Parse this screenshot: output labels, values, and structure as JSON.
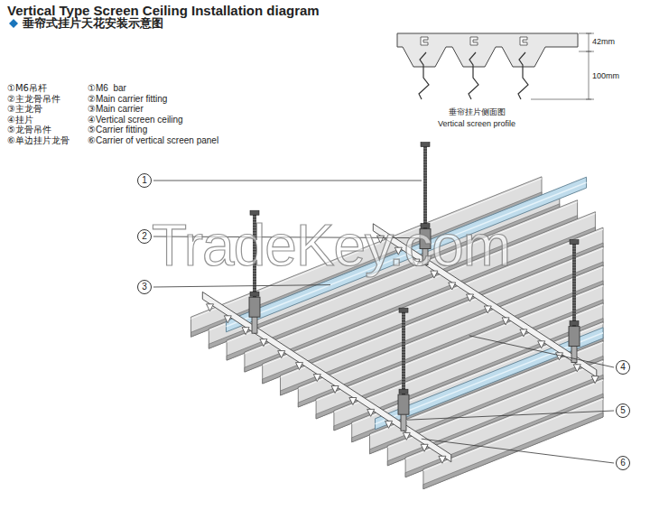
{
  "diagram": {
    "title": "Vertical Type Screen Ceiling Installation diagram",
    "nodes": [
      {
        "text": [
          "1"
        ]
      },
      {
        "text": [
          "2"
        ]
      },
      {
        "text": [
          "3"
        ]
      },
      {
        "text": [
          "4"
        ]
      },
      {
        "text": [
          "5"
        ]
      },
      {
        "text": [
          "6"
        ]
      }
    ],
    "labels": [
      "垂帘式挂片天花安装示意图",
      "①M6吊杆",
      "②主龙骨吊件",
      "③主龙骨",
      "④挂片",
      "⑤龙骨吊件",
      "⑥单边挂片龙骨",
      "①M6  bar",
      "②Main carrier fitting",
      "③Main carrier",
      "④Vertical screen ceiling",
      "⑤Carrier fitting",
      "⑥Carrier of vertical screen panel",
      "42mm",
      "100mm",
      "垂帘挂片侧面图",
      "Vertical screen profile",
      "TradeKey.com"
    ]
  }
}
